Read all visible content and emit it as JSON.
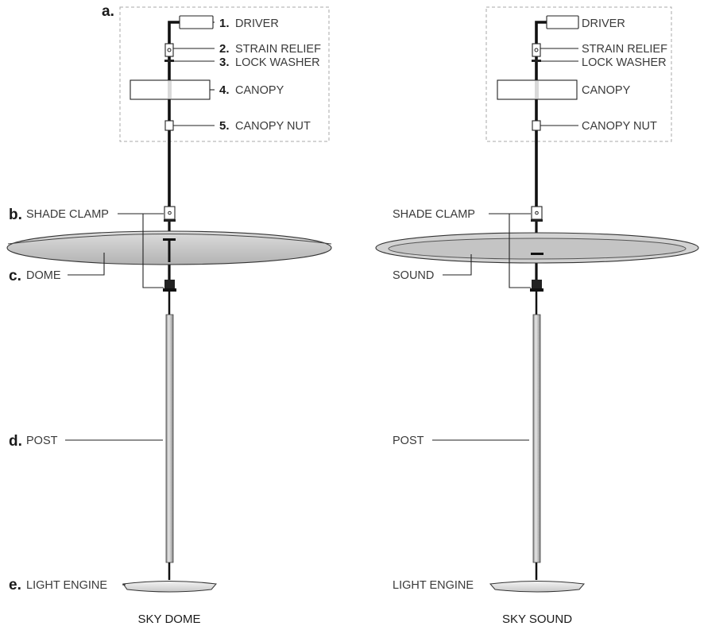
{
  "figure": {
    "kit_letter": "a.",
    "kit_parts": [
      {
        "num": "1.",
        "label": "DRIVER"
      },
      {
        "num": "2.",
        "label": "STRAIN RELIEF"
      },
      {
        "num": "3.",
        "label": "LOCK WASHER"
      },
      {
        "num": "4.",
        "label": "CANOPY"
      },
      {
        "num": "5.",
        "label": "CANOPY NUT"
      }
    ],
    "left": {
      "title": "SKY DOME",
      "b": {
        "letter": "b.",
        "label": "SHADE CLAMP"
      },
      "c": {
        "letter": "c.",
        "label": "DOME"
      },
      "d": {
        "letter": "d.",
        "label": "POST"
      },
      "e": {
        "letter": "e.",
        "label": "LIGHT ENGINE"
      }
    },
    "right": {
      "title": "SKY SOUND",
      "kit_labels": [
        "DRIVER",
        "STRAIN RELIEF",
        "LOCK WASHER",
        "CANOPY",
        "CANOPY NUT"
      ],
      "shade_clamp": "SHADE CLAMP",
      "sound": "SOUND",
      "post": "POST",
      "light_engine": "LIGHT ENGINE"
    }
  }
}
